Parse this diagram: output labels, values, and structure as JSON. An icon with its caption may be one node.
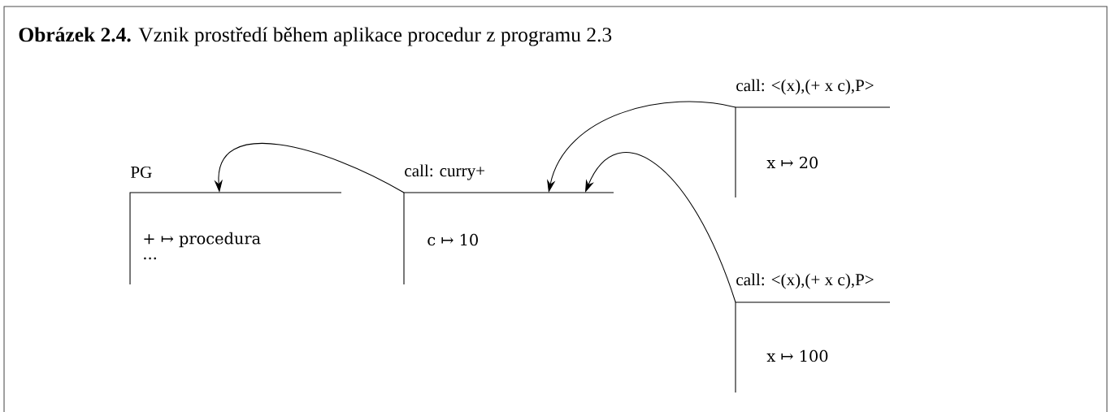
{
  "diagram": {
    "title": "**Obrázek 2.4.** Vznik prostředí během aplikace procedur z programu 2.3",
    "nodes": [
      {
        "text": [
          "PG",
          "+ ↦ procedura",
          "..."
        ]
      },
      {
        "text": [
          "call: curry+",
          "c ↦ 10"
        ]
      },
      {
        "text": [
          "call: <(x),(+ x c),P>",
          "x ↦ 20"
        ]
      },
      {
        "text": [
          "call: <(x),(+ x c),P>",
          "x ↦ 100"
        ]
      }
    ],
    "edges": [
      {
        "from": 1,
        "to": 0,
        "arrow": "to"
      },
      {
        "from": 2,
        "to": 1,
        "arrow": "to"
      },
      {
        "from": 3,
        "to": 1,
        "arrow": "to"
      }
    ]
  }
}
